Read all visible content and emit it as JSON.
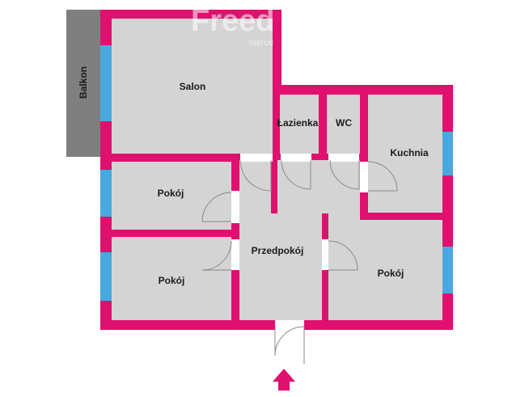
{
  "colors": {
    "wall": "#e0106e",
    "floor": "#d4d4d4",
    "window": "#4aa8e0",
    "balcony": "#7f7f7f",
    "door_line": "#888888",
    "background": "#ffffff"
  },
  "watermark": {
    "brand": "Freed",
    "sub": "nieruc"
  },
  "rooms": {
    "salon": "Salon",
    "lazienka": "Łazienka",
    "wc": "WC",
    "kuchnia": "Kuchnia",
    "pokoj_upper_left": "Pokój",
    "pokoj_lower_left": "Pokój",
    "przedpokoj": "Przedpokój",
    "pokoj_right": "Pokój",
    "balkon": "Balkon"
  },
  "entrance_icon": "up-arrow-entrance-icon"
}
